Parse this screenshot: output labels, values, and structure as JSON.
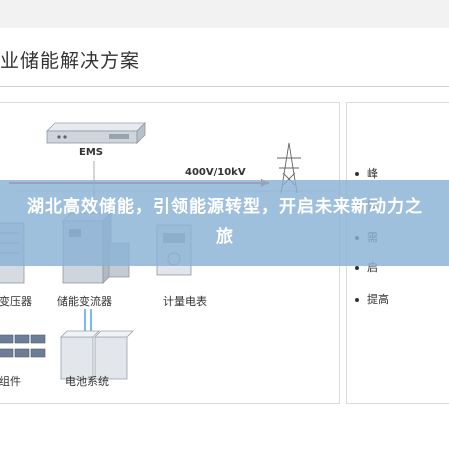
{
  "page": {
    "title": "业储能解决方案"
  },
  "diagram": {
    "ems_label": "EMS",
    "voltage_label": "400V/10kV",
    "components": {
      "transformer": "变压器",
      "pcs": "储能变流器",
      "meter": "计量电表",
      "modules": "组件",
      "battery": "电池系统"
    }
  },
  "side_panel": {
    "bullets": [
      "峰",
      "需",
      "需",
      "启",
      "提高"
    ]
  },
  "banner": {
    "headline": "湖北高效储能，引领能源转型，开启未来新动力之旅"
  },
  "colors": {
    "banner": "#8ab2d6",
    "line_red": "#d9534f",
    "line_blue": "#4fa3d9",
    "text": "#333333"
  }
}
